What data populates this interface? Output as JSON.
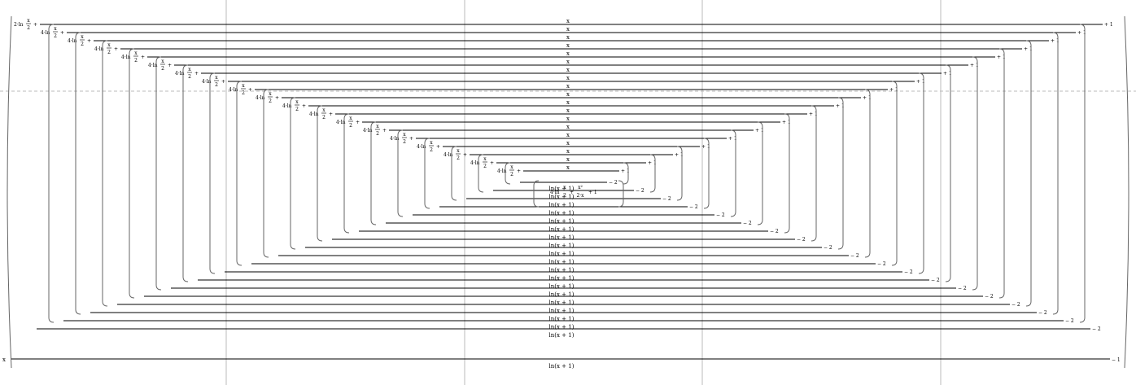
{
  "formula": {
    "top_prefix": "2·ln",
    "nested_prefix": "4·ln",
    "frac_numerator": "x",
    "frac_denominator": "2",
    "plus": "+",
    "numerator_x": "x",
    "plus_one": "+ 1",
    "minus_two": "− 2",
    "log_term": "ln(x + 1)",
    "outer_minus_one": "− 1",
    "outer_x": "x",
    "core_sq_numerator": "x²",
    "core_sq_denominator": "2·x",
    "core_plus_one": "+ 1",
    "nesting_depth": 19
  },
  "colors": {
    "ink": "#000000",
    "bracket": "#666666",
    "grid": "#bbbbbb",
    "dash": "#bbbbbb"
  }
}
